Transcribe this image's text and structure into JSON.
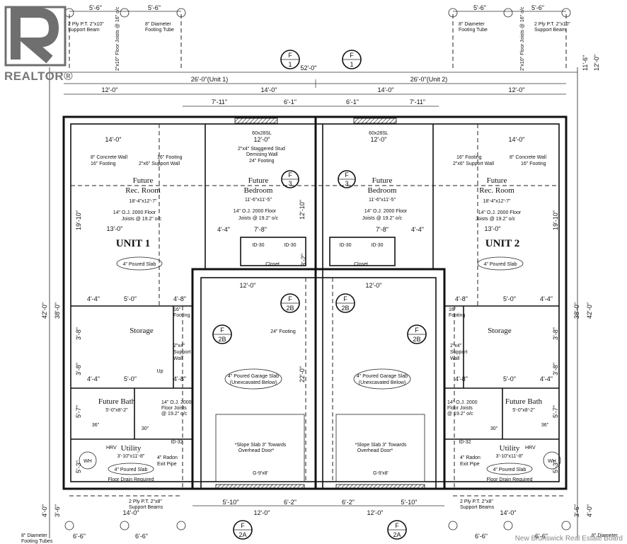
{
  "brand": {
    "logo_text": "REALTOR®",
    "watermark": "New Brunswick Real Estate Board"
  },
  "dimensions": {
    "overall_width": "52'-0\"",
    "unit1_width": "26'-0\"(Unit 1)",
    "unit2_width": "26'-0\"(Unit 2)",
    "overall_depth_outer": "42'-0\"",
    "overall_depth_inner": "38'-0\"",
    "top_12": "12'-0\"",
    "top_14": "14'-0\"",
    "d_7_11": "7'-11\"",
    "d_6_1": "6'-1\"",
    "d_5_6": "5'-6\"",
    "d_6_6": "6'-6\"",
    "d_11_6": "11'-6\"",
    "d_19_10": "19'-10\"",
    "d_13_0": "13'-0\"",
    "d_4_4": "4'-4\"",
    "d_7_8": "7'-8\"",
    "d_12_10": "12'-10\"",
    "d_5_0": "5'-0\"",
    "d_4_8": "4'-8\"",
    "d_3_8": "3'-8\"",
    "d_5_7": "5'-7\"",
    "d_5_3": "5'-3\"",
    "d_22_0": "22'-0\"",
    "d_5_10": "5'-10\"",
    "d_6_2": "6'-2\"",
    "d_4_0": "4'-0\"",
    "d_3_6": "3'-6\"",
    "d_3_2": "3'-2\"",
    "d_12_0_top": "12'-0\""
  },
  "labels": {
    "unit1": "UNIT 1",
    "unit2": "UNIT 2",
    "future": "Future",
    "rec_room": "Rec. Room",
    "rec_room_size": "18'-4\"x12'-7\"",
    "bedroom": "Bedroom",
    "bedroom_size": "11'-6\"x11'-5\"",
    "joists_line1": "14\" O.J. 2000 Floor",
    "joists_line2": "Joists @ 19.2\" o/c",
    "poured_slab": "4\" Poured Slab",
    "storage": "Storage",
    "future_bath": "Future Bath",
    "bath_size": "5'-0\"x8'-2\"",
    "utility": "Utility",
    "utility_size": "3'-10\"x11'-8\"",
    "hrv": "HRV",
    "wh": "WH",
    "radon1": "4\" Radon",
    "radon2": "Exit Pipe",
    "floor_drain": "Floor Drain Required",
    "closet": "Closet",
    "garage_slab1": "4\" Poured Garage Slab",
    "garage_slab2": "(Unexcavated Below)",
    "slope1": "*Slope Slab 3\" Towards",
    "slope2": "Overhead Door*",
    "door_garage": "G-9'x8'",
    "window": "60x28SL",
    "stud1": "2\"x4\" Staggered Stud",
    "stud2": "Demising Wall",
    "footing24": "24\" Footing",
    "concrete_wall": "8\" Concrete Wall",
    "footing16": "16\" Footing",
    "support_wall": "2\"x6\" Support Wall",
    "support_wall_2x4_1": "2\"x4\"",
    "support_wall_2x4_2": "Support",
    "support_wall_2x4_3": "Wall",
    "footing16_a": "16\"",
    "footing16_b": "Footing",
    "support_beam1": "2 Ply P.T. 2\"x10\"",
    "support_beam2": "Support Beam",
    "footing_tube1": "8\" Diameter",
    "footing_tube2": "Footing Tube",
    "footing_tubes": "Footing Tubes",
    "support_beams_bottom1": "2 Ply P.T. 2\"x8\"",
    "support_beams_bottom2": "Support Beams",
    "floor_joists_deck": "2\"x10\" Floor Joists @ 16\" o/c",
    "pt": "P.T.",
    "oj_2000a": "14\" O.J. 2000",
    "oj_2000b": "Floor Joists",
    "oj_2000c": "@ 19.2\" o/c",
    "up": "Up",
    "door_36": "36\"",
    "door_30": "30\"",
    "door_id30": "ID-30",
    "door_id32": "ID-32",
    "sec_f": "F",
    "sec_1": "1",
    "sec_2a": "2A",
    "sec_2b": "2B",
    "sec_3": "3"
  }
}
